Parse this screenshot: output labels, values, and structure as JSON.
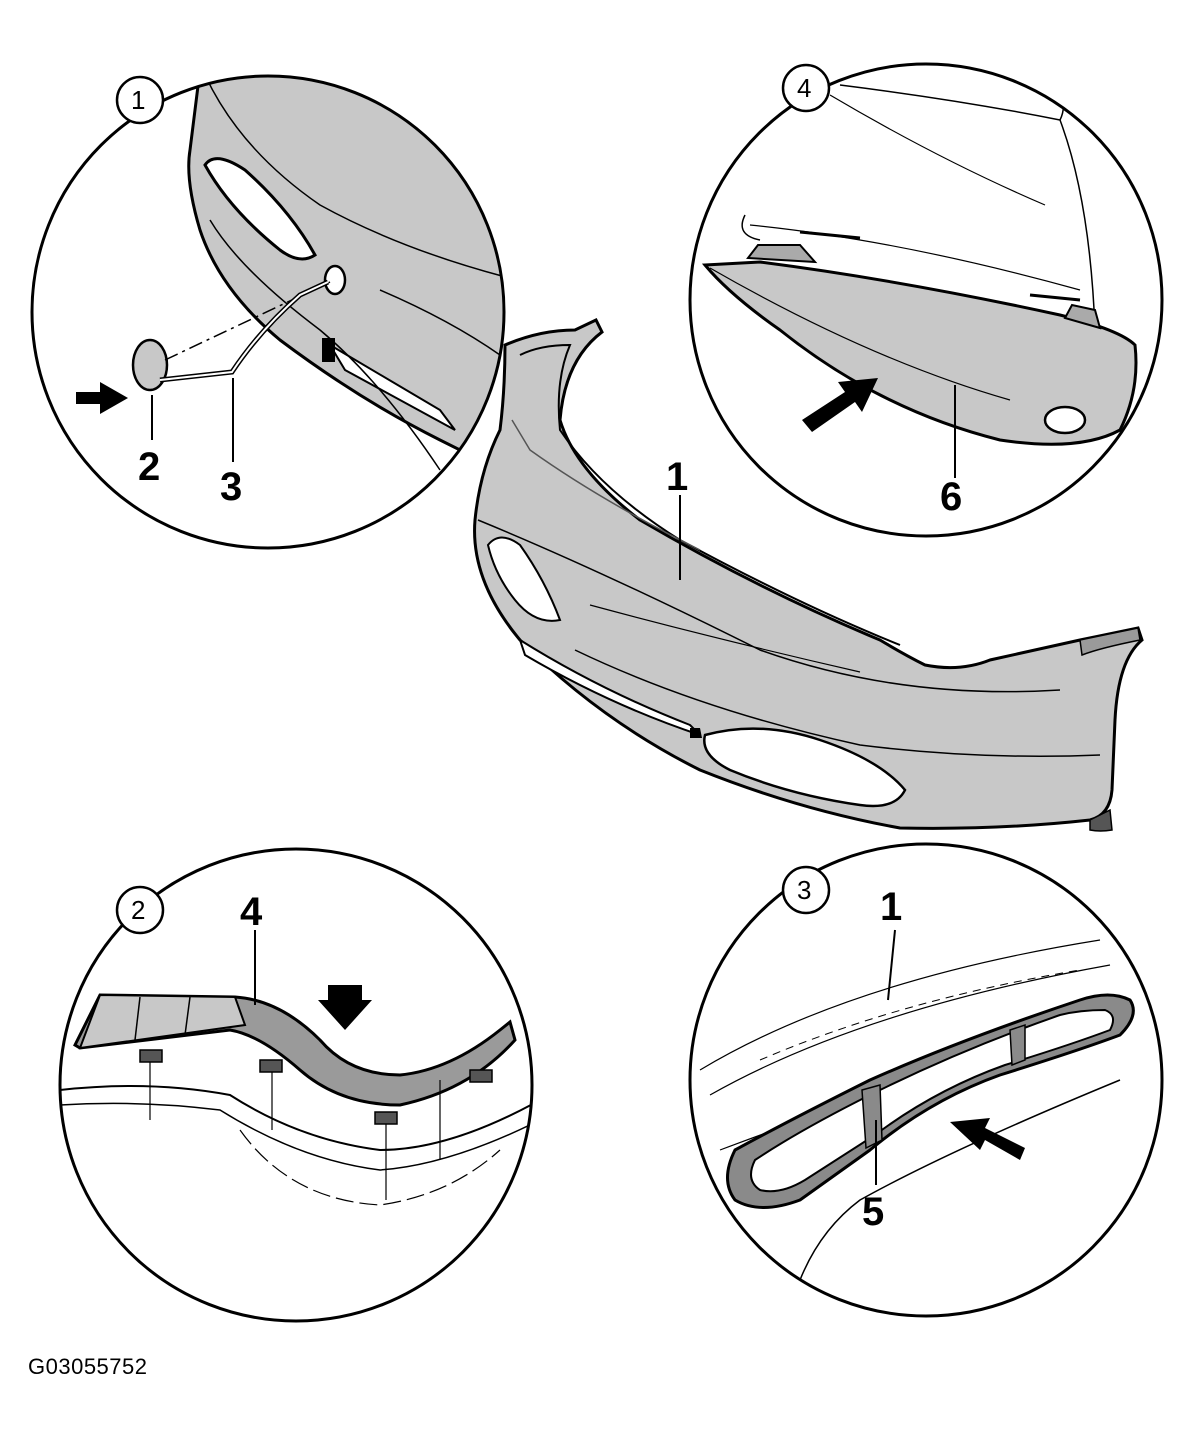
{
  "callouts": {
    "part1_main": "1",
    "part2_cap": "2",
    "part3_strap": "3",
    "part4_strip": "4",
    "part1_detail": "1",
    "part5_grille": "5",
    "part6_trim": "6"
  },
  "detail_circles": {
    "c1": "1",
    "c2": "2",
    "c3": "3",
    "c4": "4"
  },
  "figure_code": "G03055752",
  "colors": {
    "part_fill": "#c8c8c8",
    "part_dark": "#8a8a8a",
    "outline": "#000000",
    "background": "#ffffff"
  }
}
